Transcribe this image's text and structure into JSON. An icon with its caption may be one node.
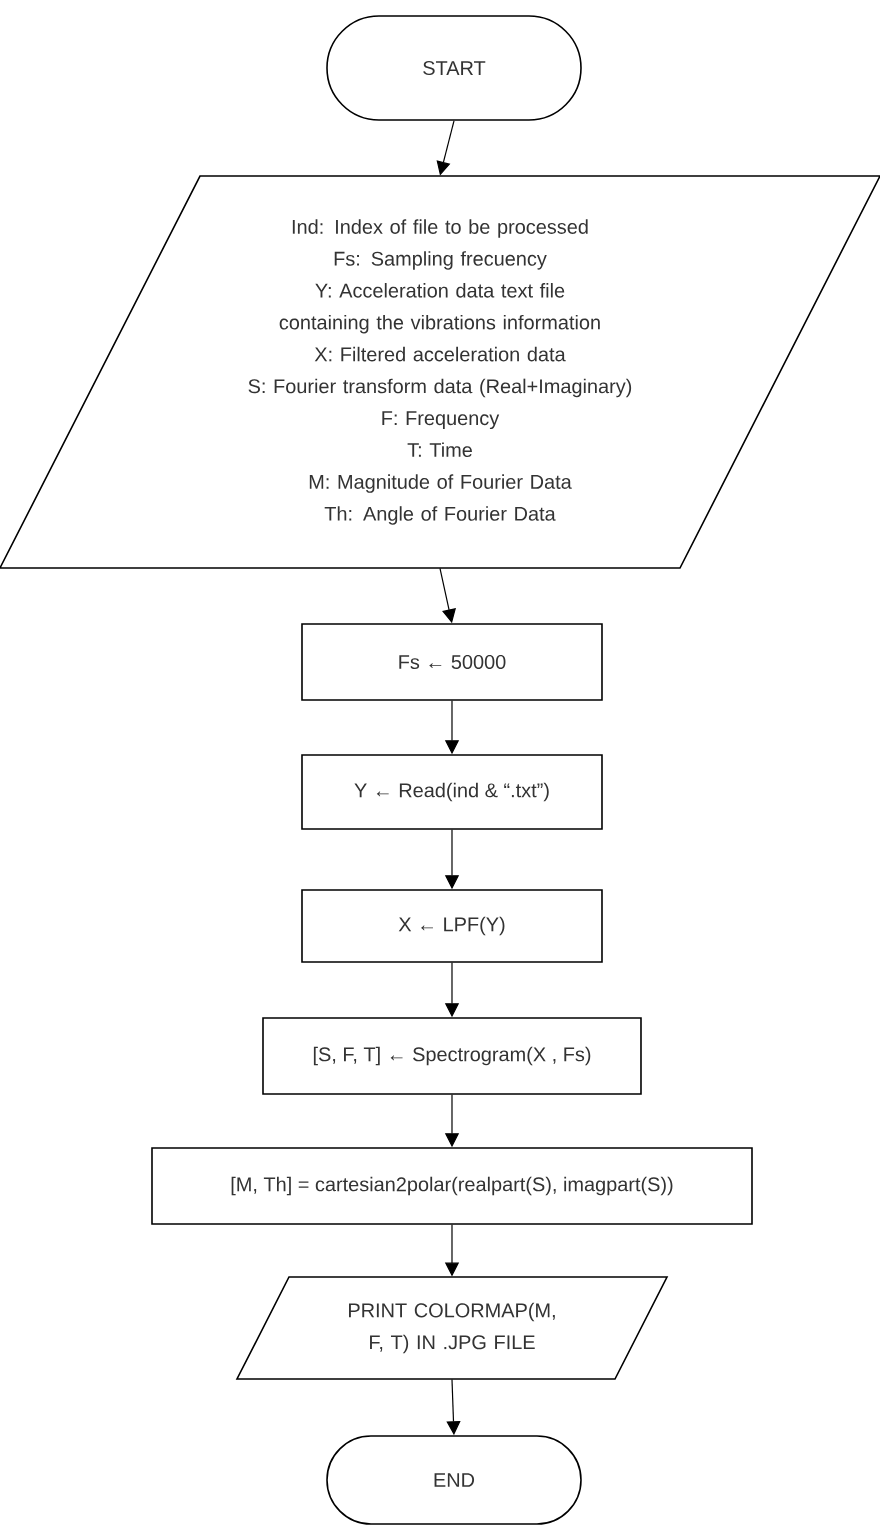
{
  "diagram": {
    "nodes": [
      {
        "text": [
          "START"
        ]
      },
      {
        "text": [
          "Ind: Index of file to be processed",
          "Fs: Sampling frecuency",
          "Y: Acceleration data text file containing the vibrations information",
          "X: Filtered acceleration data",
          "S: Fourier transform data (Real+Imaginary)",
          "F: Frequency",
          "T: Time",
          "M: Magnitude of Fourier Data",
          "Th: Angle of Fourier Data"
        ]
      },
      {
        "text": [
          "Fs ← 50000"
        ]
      },
      {
        "text": [
          "Y ← Read(ind & “.txt”)"
        ]
      },
      {
        "text": [
          "X ← LPF(Y)"
        ]
      },
      {
        "text": [
          "[S, F, T] ← Spectrogram(X , Fs)"
        ]
      },
      {
        "text": [
          "[M, Th] = cartesian2polar(realpart(S), imagpart(S))"
        ]
      },
      {
        "text": [
          "PRINT COLORMAP(M, F, T) IN .JPG FILE"
        ]
      },
      {
        "text": [
          "END"
        ]
      }
    ],
    "edges": [
      {
        "from": 0,
        "to": 1,
        "arrow": "to"
      },
      {
        "from": 1,
        "to": 2,
        "arrow": "to"
      },
      {
        "from": 2,
        "to": 3,
        "arrow": "to"
      },
      {
        "from": 3,
        "to": 4,
        "arrow": "to"
      },
      {
        "from": 4,
        "to": 5,
        "arrow": "to"
      },
      {
        "from": 5,
        "to": 6,
        "arrow": "to"
      },
      {
        "from": 6,
        "to": 7,
        "arrow": "to"
      },
      {
        "from": 7,
        "to": 8,
        "arrow": "to"
      }
    ]
  }
}
